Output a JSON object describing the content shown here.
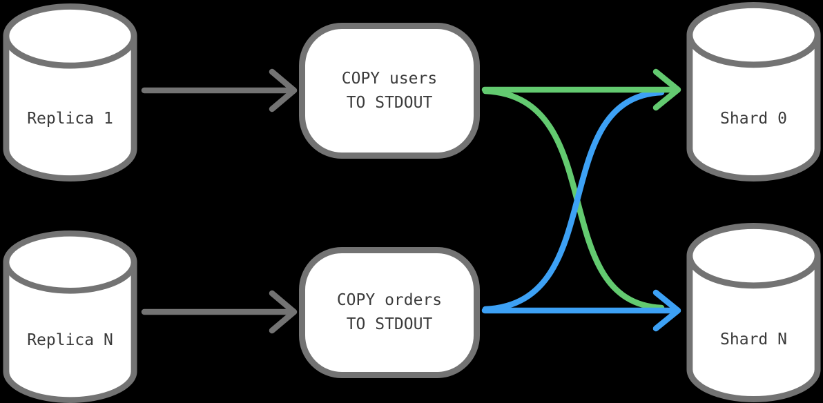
{
  "colors": {
    "gray": "#737373",
    "green": "#63ca70",
    "blue": "#3da1f5",
    "node_fill": "#ffffff",
    "text": "#3b3b3b",
    "background": "#000000"
  },
  "nodes": {
    "replica1": {
      "label": "Replica 1",
      "type": "database-cylinder"
    },
    "replica_n": {
      "label": "Replica N",
      "type": "database-cylinder"
    },
    "copy_users": {
      "line1": "COPY users",
      "line2": "TO STDOUT",
      "type": "process-box"
    },
    "copy_orders": {
      "line1": "COPY orders",
      "line2": "TO STDOUT",
      "type": "process-box"
    },
    "shard0": {
      "label": "Shard 0",
      "type": "database-cylinder"
    },
    "shard_n": {
      "label": "Shard N",
      "type": "database-cylinder"
    }
  },
  "edges": [
    {
      "from": "replica1",
      "to": "copy_users",
      "color": "gray",
      "style": "straight-arrow"
    },
    {
      "from": "replica_n",
      "to": "copy_orders",
      "color": "gray",
      "style": "straight-arrow"
    },
    {
      "from": "copy_users",
      "to": "shard0",
      "color": "green",
      "style": "straight-arrow"
    },
    {
      "from": "copy_users",
      "to": "shard_n",
      "color": "green",
      "style": "s-curve"
    },
    {
      "from": "copy_orders",
      "to": "shard0",
      "color": "blue",
      "style": "s-curve"
    },
    {
      "from": "copy_orders",
      "to": "shard_n",
      "color": "blue",
      "style": "straight-arrow"
    }
  ]
}
